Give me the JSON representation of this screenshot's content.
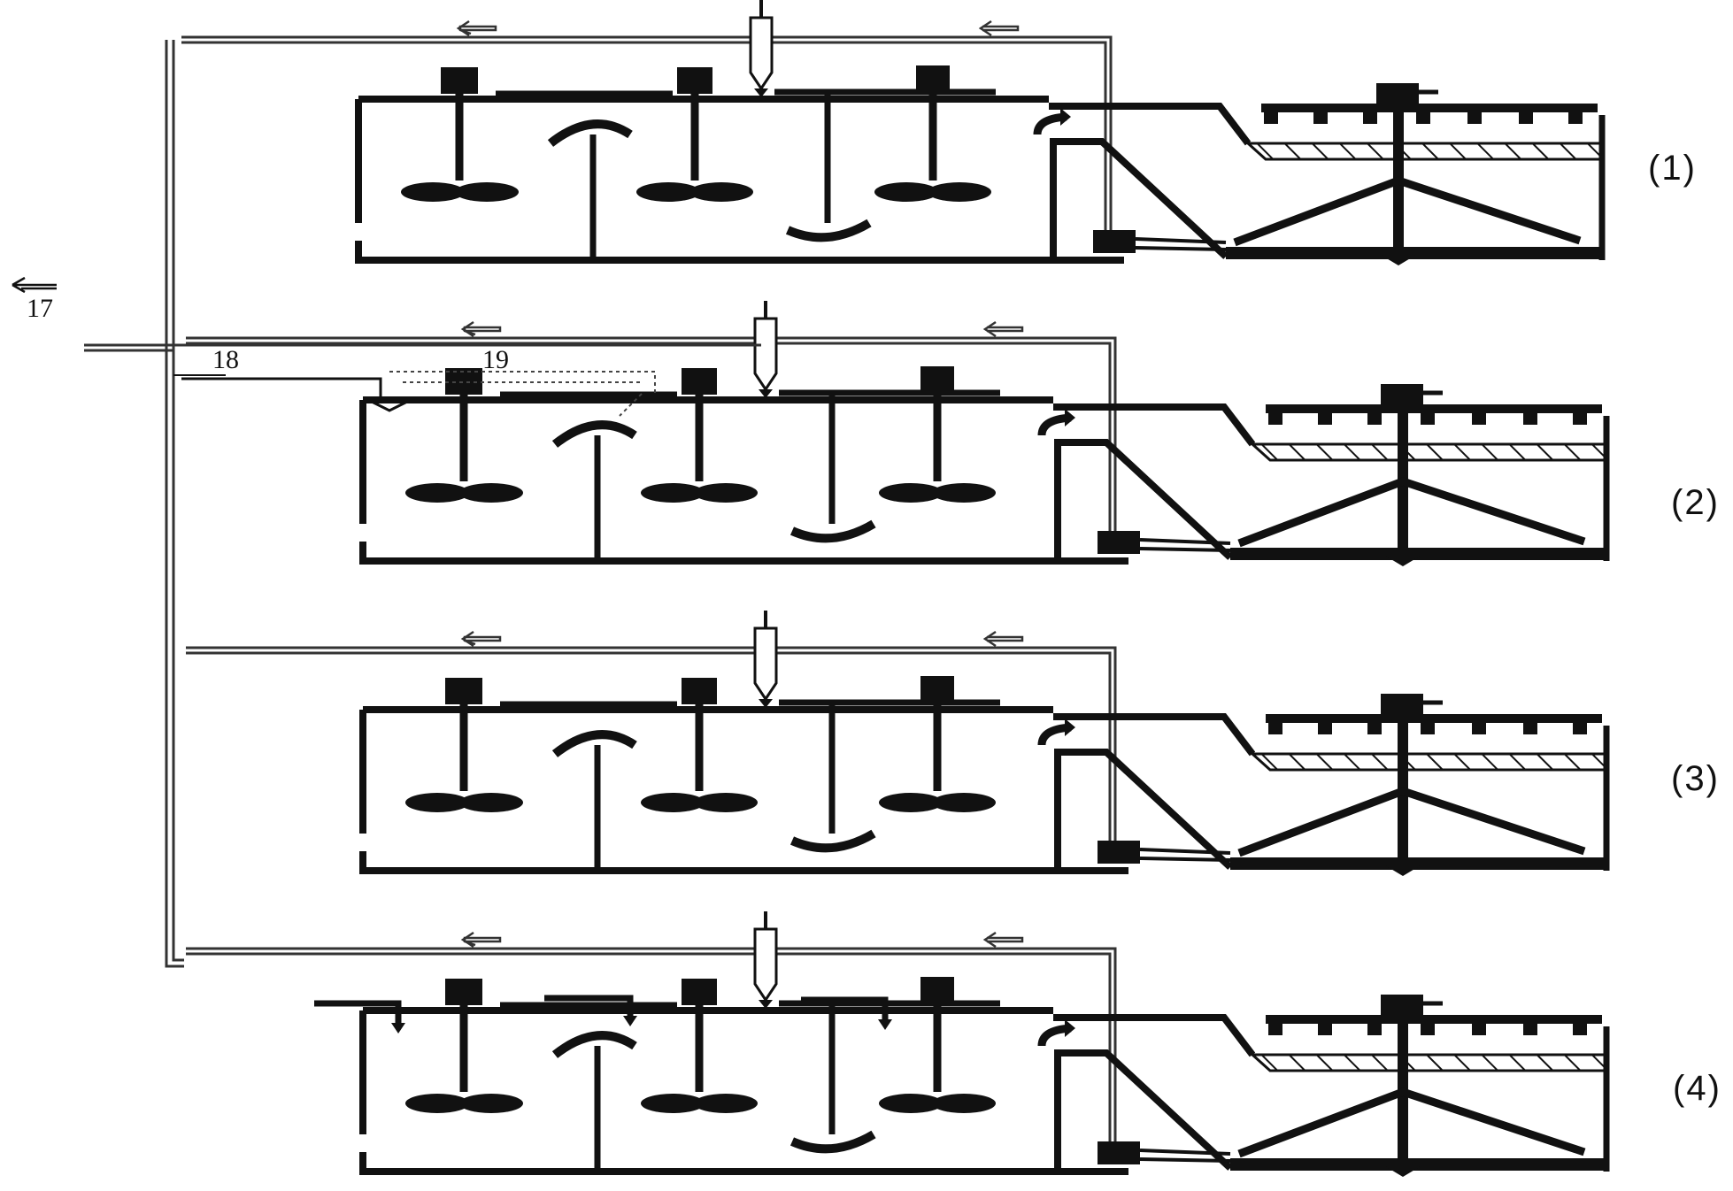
{
  "stage_labels": [
    "(1)",
    "(2)",
    "(3)",
    "(4)"
  ],
  "reference_numbers": {
    "outlet": "17",
    "line_a": "18",
    "line_b": "19"
  },
  "colors": {
    "ink": "#111111",
    "pipe": "#333333",
    "paper": "#ffffff"
  }
}
